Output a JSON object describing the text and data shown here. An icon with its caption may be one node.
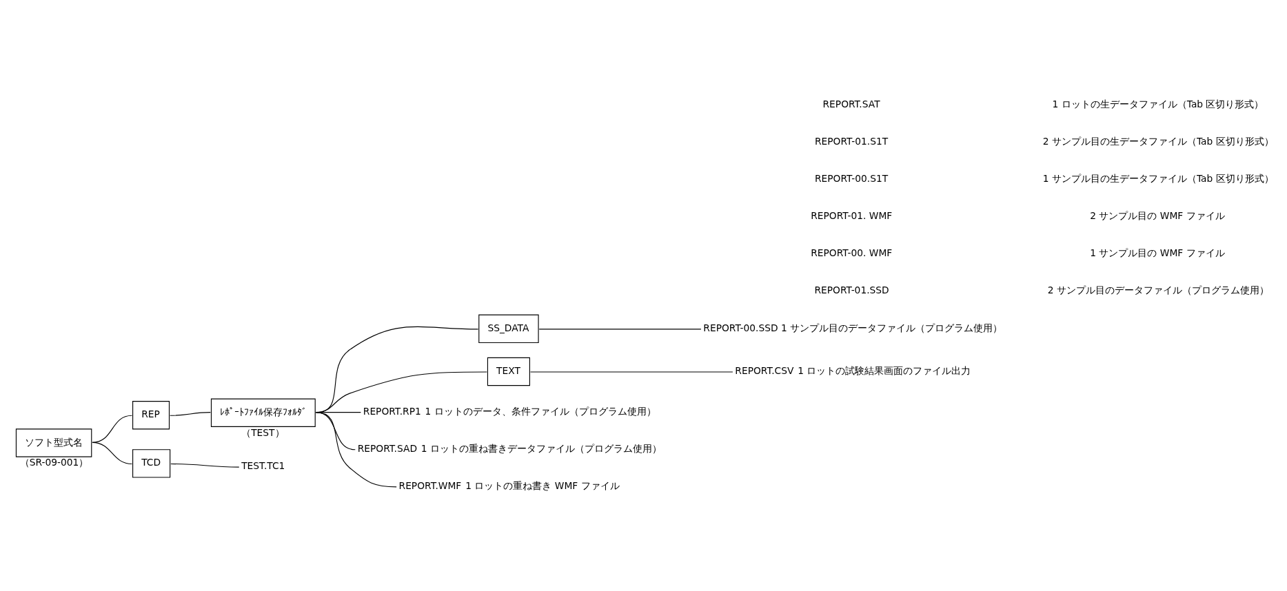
{
  "diagram": {
    "nodes": [
      {
        "text": [
          "ソフト型式名"
        ],
        "beside": [
          "（SR-09-001）"
        ]
      },
      {
        "text": [
          "REP"
        ]
      },
      {
        "text": [
          "ﾚﾎﾟｰﾄﾌｧｲﾙ保存ﾌｫﾙﾀﾞ"
        ],
        "beside": [
          "（TEST）"
        ]
      },
      {
        "text": [
          "SS_DATA"
        ]
      },
      {
        "text": [
          "REPORT-00.SSD"
        ],
        "beside": [
          "1 サンプル目のデータファイル（プログラム使用）"
        ]
      },
      {
        "text": [
          "TEXT"
        ]
      },
      {
        "text": [
          "REPORT.CSV"
        ],
        "beside": [
          "1 ロットの試験結果画面のファイル出力"
        ]
      },
      {
        "text": [
          "REPORT.RP1"
        ],
        "beside": [
          "1 ロットのデータ、条件ファイル（プログラム使用）"
        ]
      },
      {
        "text": [
          "REPORT.SAD"
        ],
        "beside": [
          "1 ロットの重ね書きデータファイル（プログラム使用）"
        ]
      },
      {
        "text": [
          "REPORT.WMF"
        ],
        "beside": [
          "1 ロットの重ね書き WMF ファイル"
        ]
      },
      {
        "text": [
          "TCD"
        ]
      },
      {
        "text": [
          "TEST.TC1"
        ]
      }
    ],
    "edges": [
      {
        "from": 0,
        "to": 1,
        "arrow": "none"
      },
      {
        "from": 1,
        "to": 2,
        "arrow": "none"
      },
      {
        "from": 2,
        "to": 3,
        "arrow": "none"
      },
      {
        "from": 3,
        "to": 4,
        "arrow": "none"
      },
      {
        "from": 2,
        "to": 5,
        "arrow": "none"
      },
      {
        "from": 5,
        "to": 6,
        "arrow": "none"
      },
      {
        "from": 2,
        "to": 7,
        "arrow": "none"
      },
      {
        "from": 2,
        "to": 8,
        "arrow": "none"
      },
      {
        "from": 2,
        "to": 9,
        "arrow": "none"
      },
      {
        "from": 0,
        "to": 10,
        "arrow": "none"
      },
      {
        "from": 10,
        "to": 11,
        "arrow": "none"
      }
    ],
    "labels": [
      "REPORT-01.SSD",
      "2 サンプル目のデータファイル（プログラム使用）",
      "REPORT-00. WMF",
      "1 サンプル目の WMF ファイル",
      "REPORT-01. WMF",
      "2 サンプル目の WMF ファイル",
      "REPORT-00.S1T",
      "1 サンプル目の生データファイル（Tab 区切り形式）",
      "REPORT-01.S1T",
      "2 サンプル目の生データファイル（Tab 区切り形式）",
      "REPORT.SAT",
      "1 ロットの生データファイル（Tab 区切り形式）"
    ]
  }
}
